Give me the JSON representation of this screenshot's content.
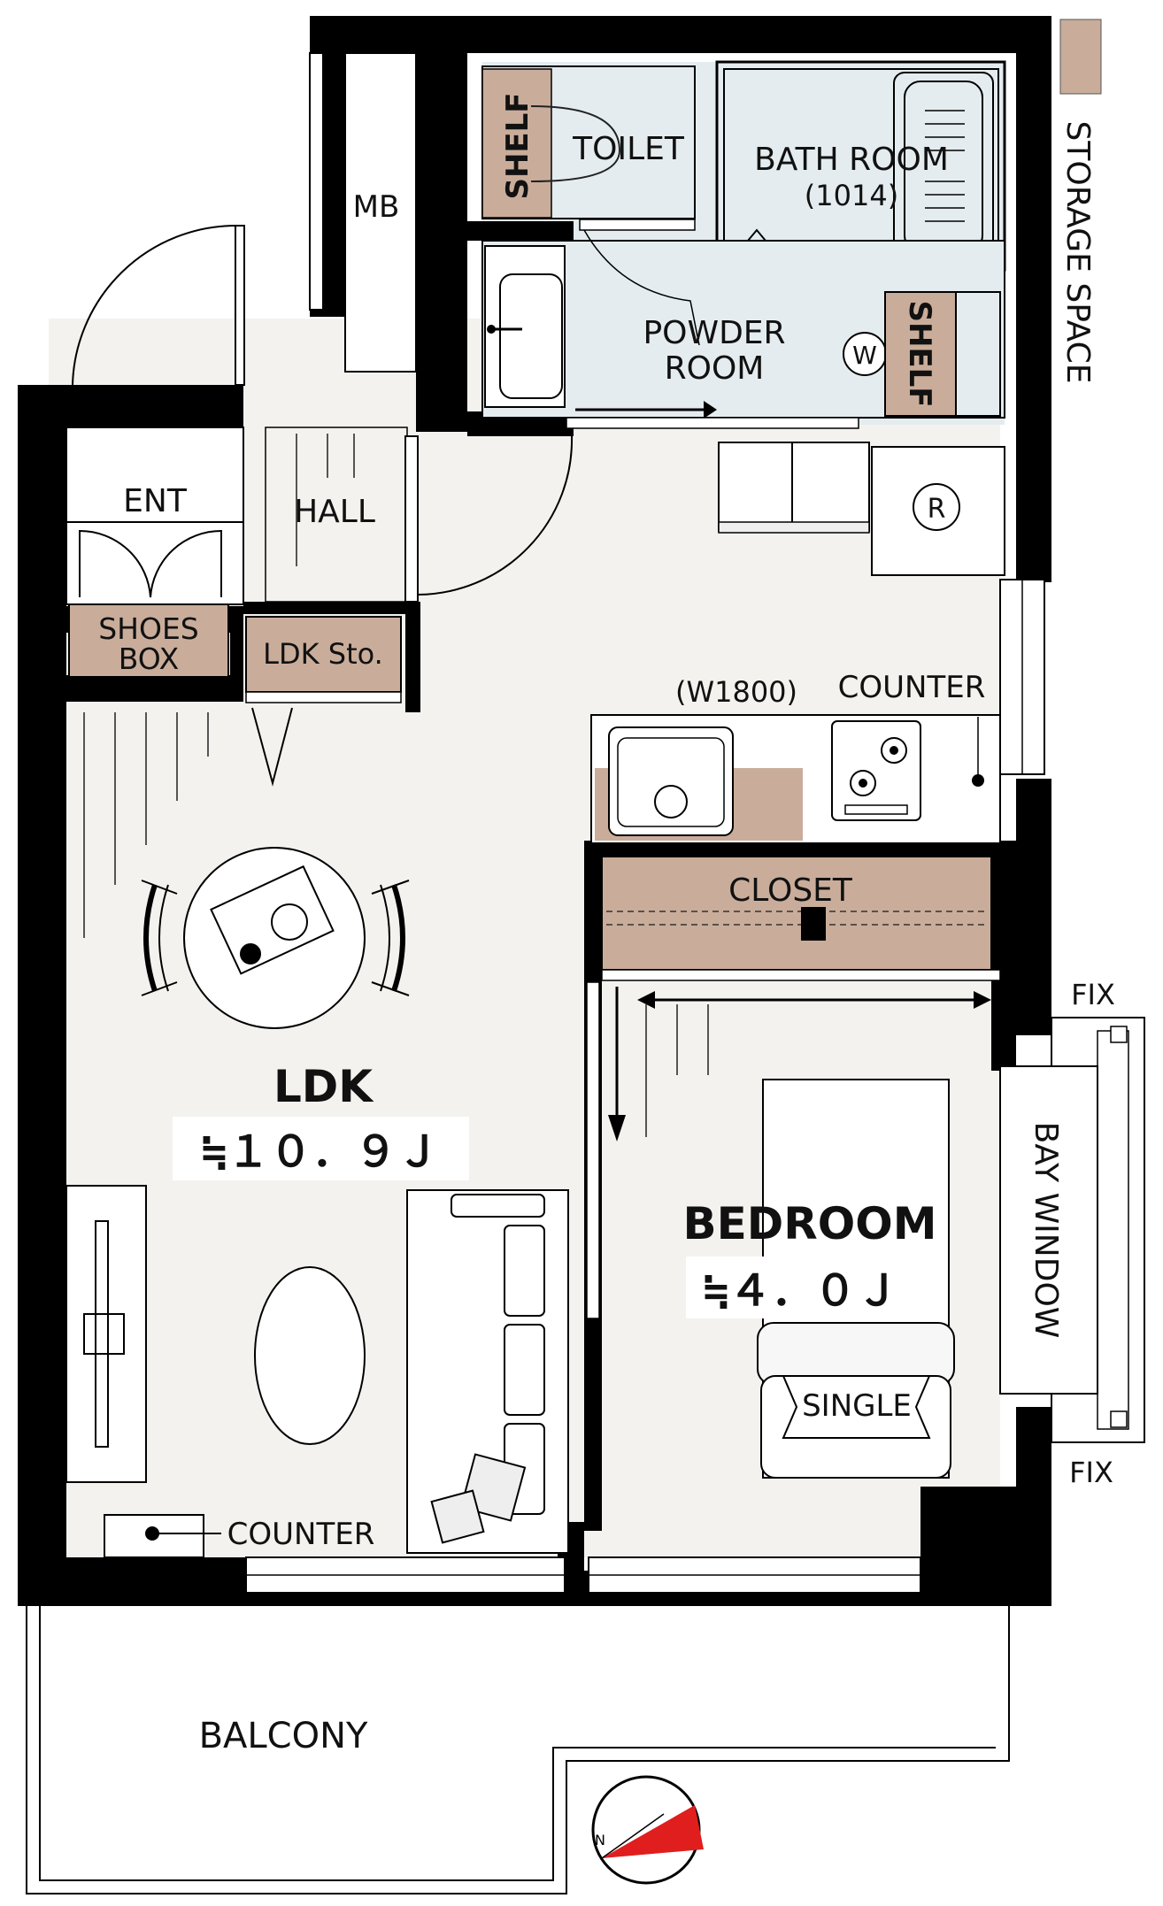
{
  "rooms": {
    "mb": "MB",
    "shelf_toilet": "SHELF",
    "toilet": "TOILET",
    "bath": "BATH ROOM",
    "bath_size": "(1014)",
    "storage": "STORAGE SPACE",
    "powder": [
      "POWDER",
      "ROOM"
    ],
    "washer": "W",
    "shelf_powder": "SHELF",
    "fridge": "R",
    "ent": "ENT",
    "hall": "HALL",
    "shoes_box": [
      "SHOES",
      "BOX"
    ],
    "ldk_sto": "LDK Sto.",
    "kitchen_width": "(W1800)",
    "counter_kitchen": "COUNTER",
    "closet": "CLOSET",
    "fix_top": "FIX",
    "fix_bottom": "FIX",
    "ldk": "LDK",
    "ldk_area": "≒１０．９Ｊ",
    "bedroom": "BEDROOM",
    "bedroom_area": "≒４．０Ｊ",
    "bay_window": "BAY WINDOW",
    "single": "SINGLE",
    "counter_ldk": "COUNTER",
    "balcony": "BALCONY"
  },
  "colors": {
    "wall": "#000000",
    "floor": "#f3f2ee",
    "wet_area": "#e4ecef",
    "storage": "#c9ad9a",
    "compass": "#e01e1e"
  }
}
